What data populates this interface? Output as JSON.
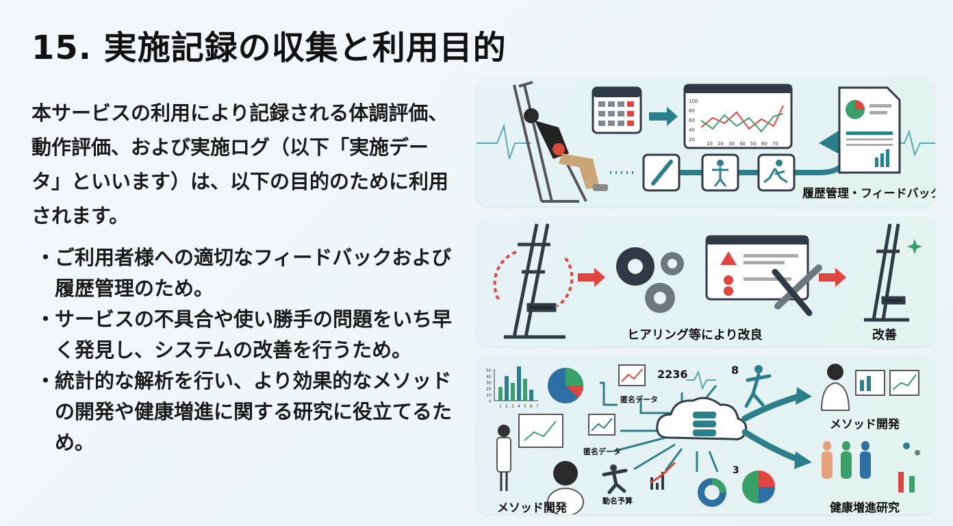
{
  "title": "15. 実施記録の収集と利用目的",
  "intro": "本サービスの利用により記録される体調評価、動作評価、および実施ログ（以下「実施データ」といいます）は、以下の目的のために利用されます。",
  "bullets": [
    "ご利用者様への適切なフィードバックおよび履歴管理のため。",
    "サービスの不具合や使い勝手の問題をいち早く発見し、システムの改善を行うため。",
    "統計的な解析を行い、より効果的なメソッドの開発や健康増進に関する研究に役立てるため。"
  ],
  "bullet_mark": "・",
  "panel1": {
    "label": "履歴管理・フィードバック",
    "chart_x_ticks": [
      "10",
      "20",
      "30",
      "40",
      "50",
      "60",
      "70"
    ],
    "chart_y_ticks": [
      "100",
      "80",
      "60",
      "40",
      "20"
    ]
  },
  "panel2": {
    "label_center": "ヒアリング等により改良",
    "label_right": "改善"
  },
  "panel3": {
    "number_top": "2236",
    "number_small": "8",
    "number_bottom": "3",
    "anon_label_1": "匿名データ",
    "anon_label_2": "匿名データ",
    "motion_label": "動名予算",
    "label_left": "メソッド開発",
    "label_right_top": "メソッド開発",
    "label_right_bottom": "健康増進研究",
    "bar_y_ticks": [
      "50",
      "40",
      "30",
      "20",
      "10",
      "0"
    ],
    "bar_x_ticks": [
      "1",
      "2",
      "3",
      "4",
      "5",
      "6",
      "7"
    ]
  },
  "colors": {
    "teal": "#2b7f8a",
    "dark": "#2f3a44",
    "red": "#e0453f",
    "green": "#3aa06a",
    "blue": "#2d6ea3"
  }
}
